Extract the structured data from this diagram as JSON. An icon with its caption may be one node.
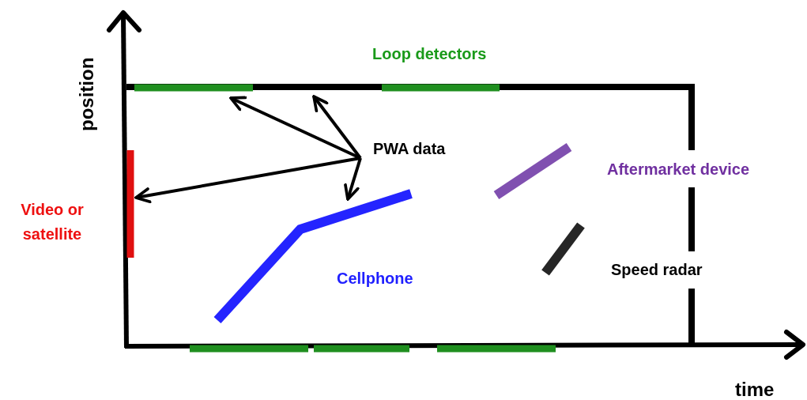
{
  "diagram": {
    "nodes": [
      {
        "text": [
          "PWA data"
        ]
      },
      {
        "text": [],
        "shape": "bar"
      },
      {
        "text": [],
        "shape": "bar"
      },
      {
        "text": [],
        "shape": "line"
      }
    ],
    "edges": [
      {
        "from": 0,
        "to": 1,
        "arrow": "to"
      },
      {
        "from": 0,
        "to": null,
        "arrow": "to"
      },
      {
        "from": 0,
        "to": 2,
        "arrow": "to"
      },
      {
        "from": 0,
        "to": 3,
        "arrow": "to"
      }
    ],
    "labels": [
      "Loop detectors",
      "position",
      "Aftermarket device",
      "Video or satellite",
      "Cellphone",
      "Speed radar",
      "time"
    ]
  }
}
